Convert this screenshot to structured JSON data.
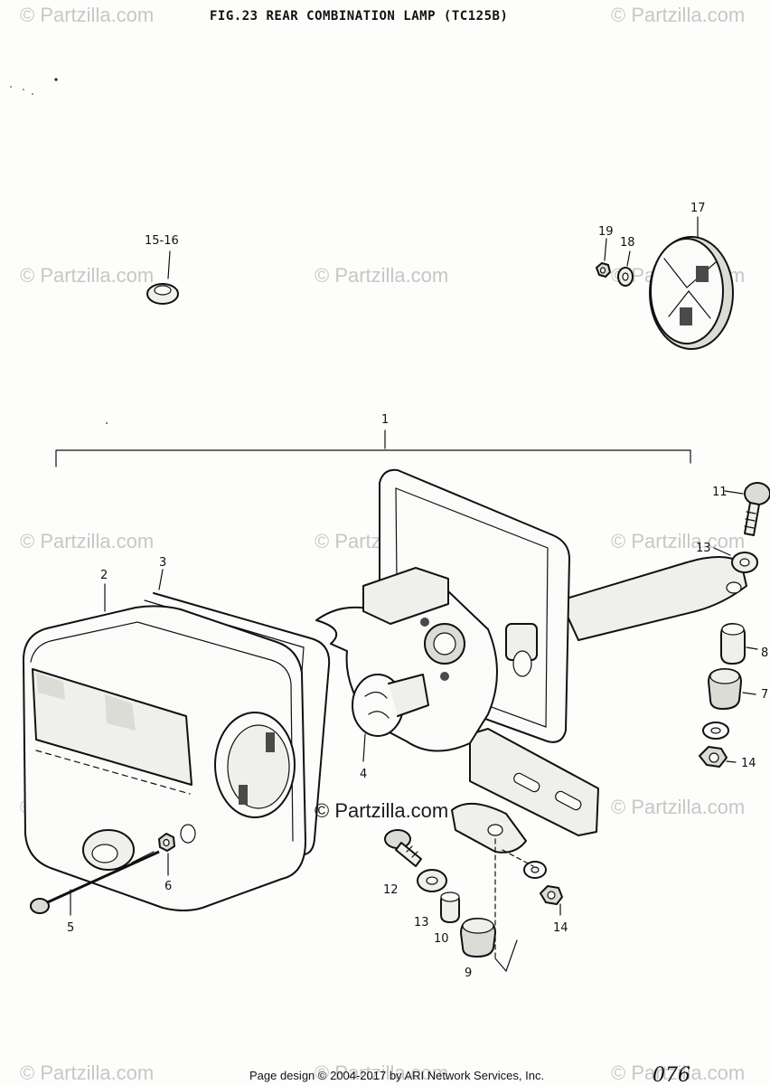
{
  "title": "FIG.23  REAR COMBINATION LAMP (TC125B)",
  "watermark": "© Partzilla.com",
  "watermark_center": "© Partzilla.com",
  "callouts": {
    "c1": "1",
    "c2": "2",
    "c3": "3",
    "c4": "4",
    "c5": "5",
    "c6": "6",
    "c7": "7",
    "c8": "8",
    "c9": "9",
    "c10": "10",
    "c11": "11",
    "c12": "12",
    "c13a": "13",
    "c13b": "13",
    "c14a": "14",
    "c14b": "14",
    "c15_16": "15-16",
    "c17": "17",
    "c18": "18",
    "c19": "19"
  },
  "footer": "Page design © 2004-2017 by ARI Network Services, Inc.",
  "page_number": "076"
}
